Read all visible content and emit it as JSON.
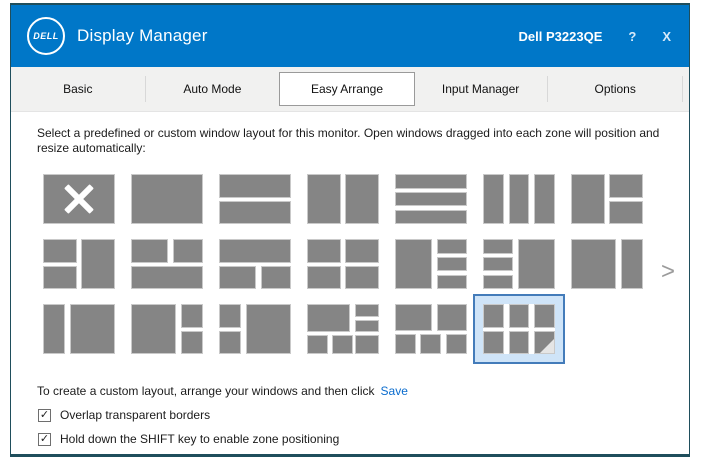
{
  "header": {
    "brand": "DELL",
    "title": "Display Manager",
    "monitor": "Dell P3223QE",
    "help_label": "?",
    "close_label": "X"
  },
  "tabs": [
    {
      "label": "Basic",
      "selected": false
    },
    {
      "label": "Auto Mode",
      "selected": false
    },
    {
      "label": "Easy Arrange",
      "selected": true
    },
    {
      "label": "Input Manager",
      "selected": false
    },
    {
      "label": "Options",
      "selected": false
    }
  ],
  "main": {
    "description": "Select a predefined or custom window layout for this monitor.  Open windows dragged into each zone will position and resize automatically:",
    "pager_next": ">"
  },
  "layouts": [
    {
      "name": "disabled",
      "none": true
    },
    {
      "name": "single",
      "cells": [
        [
          0,
          0,
          100,
          100
        ]
      ]
    },
    {
      "name": "2-rows",
      "cells": [
        [
          0,
          0,
          100,
          47
        ],
        [
          0,
          53,
          100,
          47
        ]
      ]
    },
    {
      "name": "2-columns",
      "cells": [
        [
          0,
          0,
          47,
          100
        ],
        [
          53,
          0,
          47,
          100
        ]
      ]
    },
    {
      "name": "3-rows",
      "cells": [
        [
          0,
          0,
          100,
          29
        ],
        [
          0,
          35.5,
          100,
          29
        ],
        [
          0,
          71,
          100,
          29
        ]
      ]
    },
    {
      "name": "3-columns",
      "cells": [
        [
          0,
          0,
          29,
          100
        ],
        [
          35.5,
          0,
          29,
          100
        ],
        [
          71,
          0,
          29,
          100
        ]
      ]
    },
    {
      "name": "column-plus-2-rows",
      "cells": [
        [
          0,
          0,
          47,
          100
        ],
        [
          53,
          0,
          47,
          47
        ],
        [
          53,
          53,
          47,
          47
        ]
      ]
    },
    {
      "name": "2-rows-plus-column",
      "cells": [
        [
          0,
          0,
          47,
          47
        ],
        [
          0,
          53,
          47,
          47
        ],
        [
          53,
          0,
          47,
          100
        ]
      ]
    },
    {
      "name": "2-columns-plus-row",
      "cells": [
        [
          0,
          0,
          52,
          47
        ],
        [
          58,
          0,
          42,
          47
        ],
        [
          0,
          53,
          100,
          47
        ]
      ]
    },
    {
      "name": "row-plus-2-columns",
      "cells": [
        [
          0,
          0,
          100,
          47
        ],
        [
          0,
          53,
          52,
          47
        ],
        [
          58,
          53,
          42,
          47
        ]
      ]
    },
    {
      "name": "grid-2x2",
      "cells": [
        [
          0,
          0,
          47,
          47
        ],
        [
          53,
          0,
          47,
          47
        ],
        [
          0,
          53,
          47,
          47
        ],
        [
          53,
          53,
          47,
          47
        ]
      ]
    },
    {
      "name": "column-plus-3-rows",
      "cells": [
        [
          0,
          0,
          52,
          100
        ],
        [
          58,
          0,
          42,
          29
        ],
        [
          58,
          35.5,
          42,
          29
        ],
        [
          58,
          71,
          42,
          29
        ]
      ]
    },
    {
      "name": "3-rows-plus-column",
      "cells": [
        [
          0,
          0,
          42,
          29
        ],
        [
          0,
          35.5,
          42,
          29
        ],
        [
          0,
          71,
          42,
          29
        ],
        [
          48,
          0,
          52,
          100
        ]
      ]
    },
    {
      "name": "wide-plus-narrow",
      "cells": [
        [
          0,
          0,
          63,
          100
        ],
        [
          69,
          0,
          31,
          100
        ]
      ]
    },
    {
      "name": "narrow-plus-wide",
      "cells": [
        [
          0,
          0,
          31,
          100
        ],
        [
          37,
          0,
          63,
          100
        ]
      ]
    },
    {
      "name": "wide-plus-2-rows",
      "cells": [
        [
          0,
          0,
          63,
          100
        ],
        [
          69,
          0,
          31,
          47
        ],
        [
          69,
          53,
          31,
          47
        ]
      ]
    },
    {
      "name": "2-rows-plus-wide",
      "cells": [
        [
          0,
          0,
          31,
          47
        ],
        [
          0,
          53,
          31,
          47
        ],
        [
          37,
          0,
          63,
          100
        ]
      ]
    },
    {
      "name": "complex-6-zone",
      "cells": [
        [
          0,
          0,
          60,
          56
        ],
        [
          66,
          0,
          34,
          25
        ],
        [
          66,
          31,
          34,
          25
        ],
        [
          0,
          62,
          29,
          38
        ],
        [
          35,
          62,
          29,
          38
        ],
        [
          66,
          62,
          34,
          38
        ]
      ]
    },
    {
      "name": "2-top-3-bottom",
      "cells": [
        [
          0,
          0,
          52,
          53
        ],
        [
          58,
          0,
          42,
          53
        ],
        [
          0,
          59,
          29,
          41
        ],
        [
          35,
          59,
          29,
          41
        ],
        [
          71,
          59,
          29,
          41
        ]
      ]
    },
    {
      "name": "grid-3x2-custom",
      "cells": [
        [
          0,
          0,
          29,
          47
        ],
        [
          35.5,
          0,
          29,
          47
        ],
        [
          71,
          0,
          29,
          47
        ],
        [
          0,
          53,
          29,
          47
        ],
        [
          35.5,
          53,
          29,
          47
        ],
        [
          71,
          53,
          29,
          47
        ]
      ],
      "selected": true,
      "fold": true
    }
  ],
  "footer": {
    "instruction": "To create a custom layout, arrange your windows and then click",
    "save_link": "Save",
    "checkboxes": [
      {
        "label": "Overlap transparent borders",
        "checked": true,
        "check_glyph": "✓"
      },
      {
        "label": "Hold down the SHIFT key to enable zone positioning",
        "checked": true,
        "check_glyph": "✓"
      }
    ]
  },
  "colors": {
    "header_blue": "#0077c8",
    "window_border": "#1f4e5c",
    "selection_fill": "#cfe4f8",
    "selection_border": "#447cba",
    "zone_gray": "#858585",
    "link_blue": "#0a6cce"
  }
}
